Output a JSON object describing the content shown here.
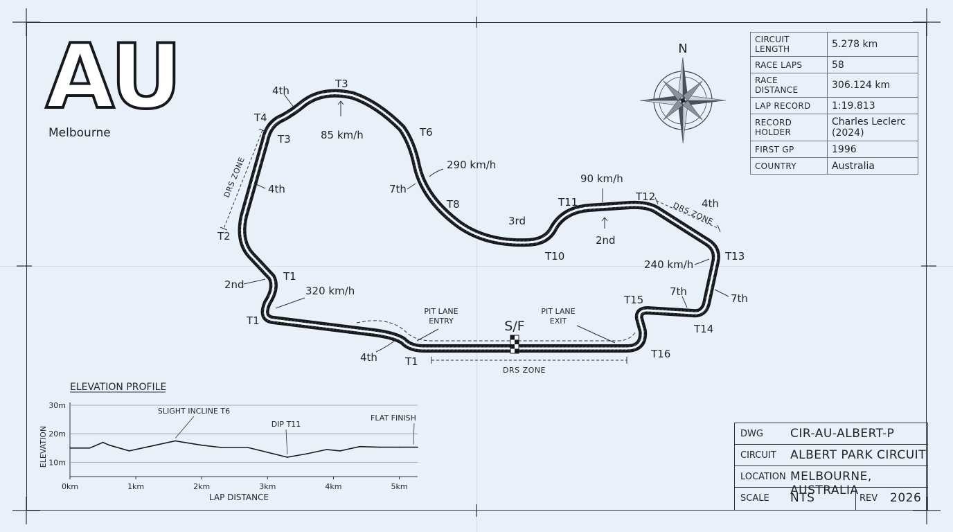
{
  "header": {
    "code": "AU",
    "city": "Melbourne"
  },
  "compass": {
    "north": "N"
  },
  "info_table": [
    {
      "key": "CIRCUIT LENGTH",
      "value": "5.278 km"
    },
    {
      "key": "RACE LAPS",
      "value": "58"
    },
    {
      "key": "RACE DISTANCE",
      "value": "306.124 km"
    },
    {
      "key": "LAP RECORD",
      "value": "1:19.813"
    },
    {
      "key": "RECORD HOLDER",
      "value": "Charles Leclerc (2024)"
    },
    {
      "key": "FIRST GP",
      "value": "1996"
    },
    {
      "key": "COUNTRY",
      "value": "Australia"
    }
  ],
  "map": {
    "corner_labels": [
      "T1",
      "T1",
      "T1",
      "T2",
      "T3",
      "T3",
      "T4",
      "T6",
      "T8",
      "T10",
      "T11",
      "T12",
      "T13",
      "T14",
      "T15",
      "T16"
    ],
    "gear_labels": [
      "4th",
      "4th",
      "2nd",
      "7th",
      "3rd",
      "2nd",
      "4th",
      "7th",
      "7th",
      "4th"
    ],
    "speed_labels": [
      "85 km/h",
      "290 km/h",
      "90 km/h",
      "240 km/h",
      "320 km/h"
    ],
    "drs_label": "DRS ZONE",
    "pit_entry": [
      "PIT LANE",
      "ENTRY"
    ],
    "pit_exit": [
      "PIT LANE",
      "EXIT"
    ],
    "start_finish": "S/F"
  },
  "elevation": {
    "title": "ELEVATION PROFILE",
    "ylabel": "ELEVATION",
    "xlabel": "LAP DISTANCE",
    "y_ticks": [
      "30m",
      "20m",
      "10m"
    ],
    "x_ticks": [
      "0km",
      "1km",
      "2km",
      "3km",
      "4km",
      "5km"
    ],
    "annotations": [
      "SLIGHT INCLINE T6",
      "DIP T11",
      "FLAT FINISH"
    ]
  },
  "chart_data": {
    "type": "line",
    "title": "ELEVATION PROFILE",
    "xlabel": "LAP DISTANCE",
    "ylabel": "ELEVATION",
    "x_unit": "km",
    "y_unit": "m",
    "xlim": [
      0,
      5.278
    ],
    "ylim": [
      5,
      30
    ],
    "x": [
      0,
      0.3,
      0.5,
      0.6,
      0.9,
      1.2,
      1.6,
      2.0,
      2.3,
      2.7,
      3.0,
      3.3,
      3.6,
      3.9,
      4.1,
      4.4,
      4.7,
      5.0,
      5.278
    ],
    "values": [
      15,
      15,
      17,
      16,
      14,
      15.5,
      17.5,
      16,
      15.2,
      15.2,
      13.5,
      11.8,
      13,
      14.5,
      14,
      15.5,
      15.3,
      15.3,
      15.3
    ],
    "annotations": [
      "SLIGHT INCLINE T6",
      "DIP T11",
      "FLAT FINISH"
    ]
  },
  "title_block": {
    "dwg_label": "DWG",
    "dwg": "CIR-AU-ALBERT-P",
    "circuit_label": "CIRCUIT",
    "circuit": "ALBERT PARK CIRCUIT",
    "location_label": "LOCATION",
    "location": "MELBOURNE, AUSTRALIA",
    "scale_label": "SCALE",
    "scale": "NTS",
    "rev_label": "REV",
    "rev": "2026"
  }
}
